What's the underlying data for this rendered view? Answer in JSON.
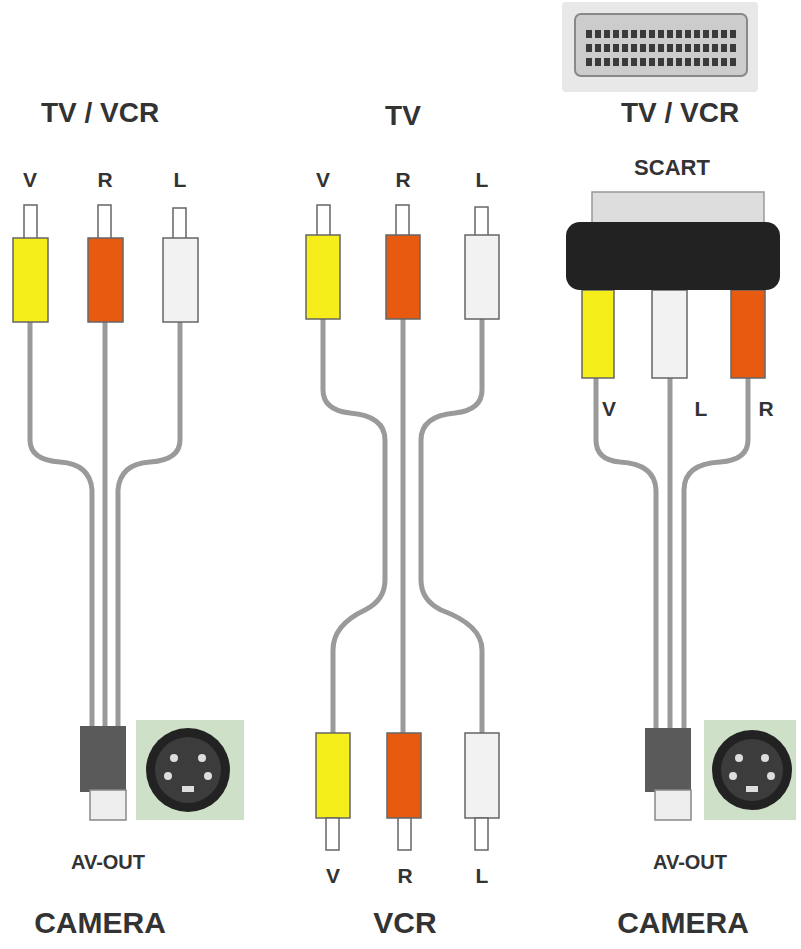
{
  "diagram": {
    "labels": [
      "TV / VCR",
      "TV",
      "TV / VCR",
      "V",
      "R",
      "L",
      "V",
      "R",
      "L",
      "SCART",
      "V",
      "L",
      "R",
      "AV-OUT",
      "V",
      "R",
      "L",
      "AV-OUT",
      "CAMERA",
      "VCR",
      "CAMERA"
    ]
  }
}
